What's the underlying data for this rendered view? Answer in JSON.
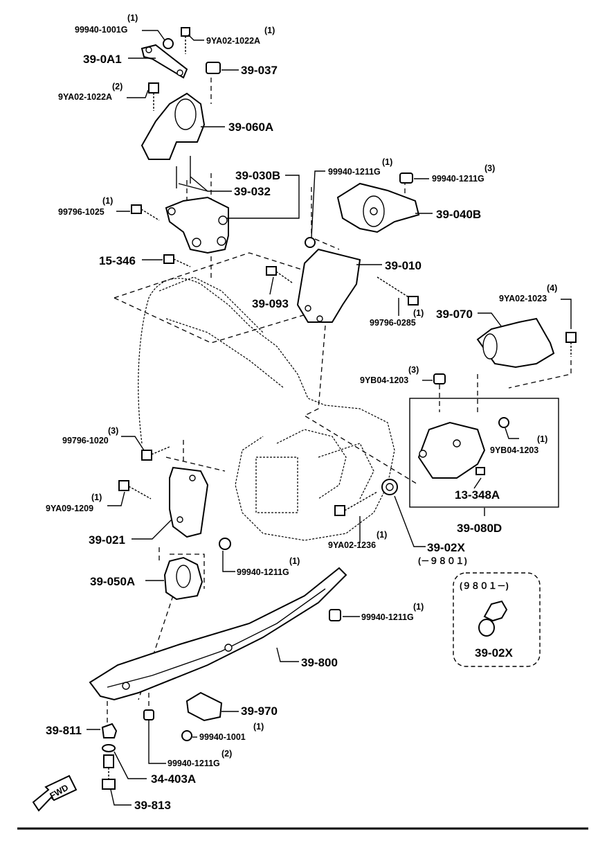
{
  "diagram": {
    "parts": {
      "p_0A1": "39-0A1",
      "p_037": "39-037",
      "p_060A": "39-060A",
      "p_030B": "39-030B",
      "p_032": "39-032",
      "p_15_346": "15-346",
      "p_040B": "39-040B",
      "p_010": "39-010",
      "p_093": "39-093",
      "p_070": "39-070",
      "p_021": "39-021",
      "p_050A": "39-050A",
      "p_02X_a": "39-02X",
      "p_02X_a_note": "(－９８０１)",
      "p_080D": "39-080D",
      "p_13_348A": "13-348A",
      "p_800": "39-800",
      "p_970": "39-970",
      "p_811": "39-811",
      "p_34_403A": "34-403A",
      "p_813": "39-813",
      "p_02X_b": "39-02X",
      "p_02X_b_note": "(９８０１－)"
    },
    "fasteners": {
      "f1": {
        "code": "99940-1001G",
        "qty": "(1)"
      },
      "f2": {
        "code": "9YA02-1022A",
        "qty": "(1)"
      },
      "f3": {
        "code": "9YA02-1022A",
        "qty": "(2)"
      },
      "f4": {
        "code": "99796-1025",
        "qty": "(1)"
      },
      "f5": {
        "code": "99940-1211G",
        "qty": "(1)"
      },
      "f6": {
        "code": "99940-1211G",
        "qty": "(3)"
      },
      "f7": {
        "code": "99796-0285",
        "qty": "(1)"
      },
      "f8": {
        "code": "9YA02-1023",
        "qty": "(4)"
      },
      "f9": {
        "code": "9YB04-1203",
        "qty": "(3)"
      },
      "f10": {
        "code": "9YB04-1203",
        "qty": "(1)"
      },
      "f11": {
        "code": "99796-1020",
        "qty": "(3)"
      },
      "f12": {
        "code": "9YA09-1209",
        "qty": "(1)"
      },
      "f13": {
        "code": "9YA02-1236",
        "qty": "(1)"
      },
      "f14": {
        "code": "99940-1211G",
        "qty": "(1)"
      },
      "f15": {
        "code": "99940-1211G",
        "qty": "(1)"
      },
      "f16": {
        "code": "99940-1001",
        "qty": "(1)"
      },
      "f17": {
        "code": "99940-1211G",
        "qty": "(2)"
      }
    },
    "direction_label": "FWD"
  }
}
